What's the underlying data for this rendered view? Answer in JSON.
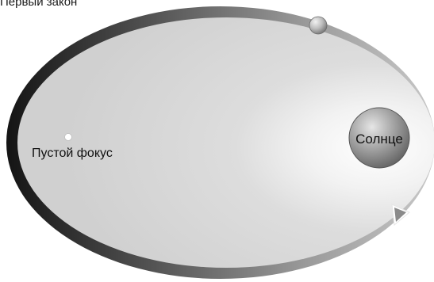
{
  "title": "Первый закон",
  "labels": {
    "empty_focus": "Пустой фокус",
    "sun": "Солнце"
  },
  "colors": {
    "orbit_band_dark": "#1c1c1c",
    "orbit_band_light": "#c4c4c4",
    "ellipse_fill": "#d4d4d4",
    "sun_fill": "#9a9a9a",
    "planet_fill": "#b0b0b0",
    "background": "#ffffff"
  }
}
